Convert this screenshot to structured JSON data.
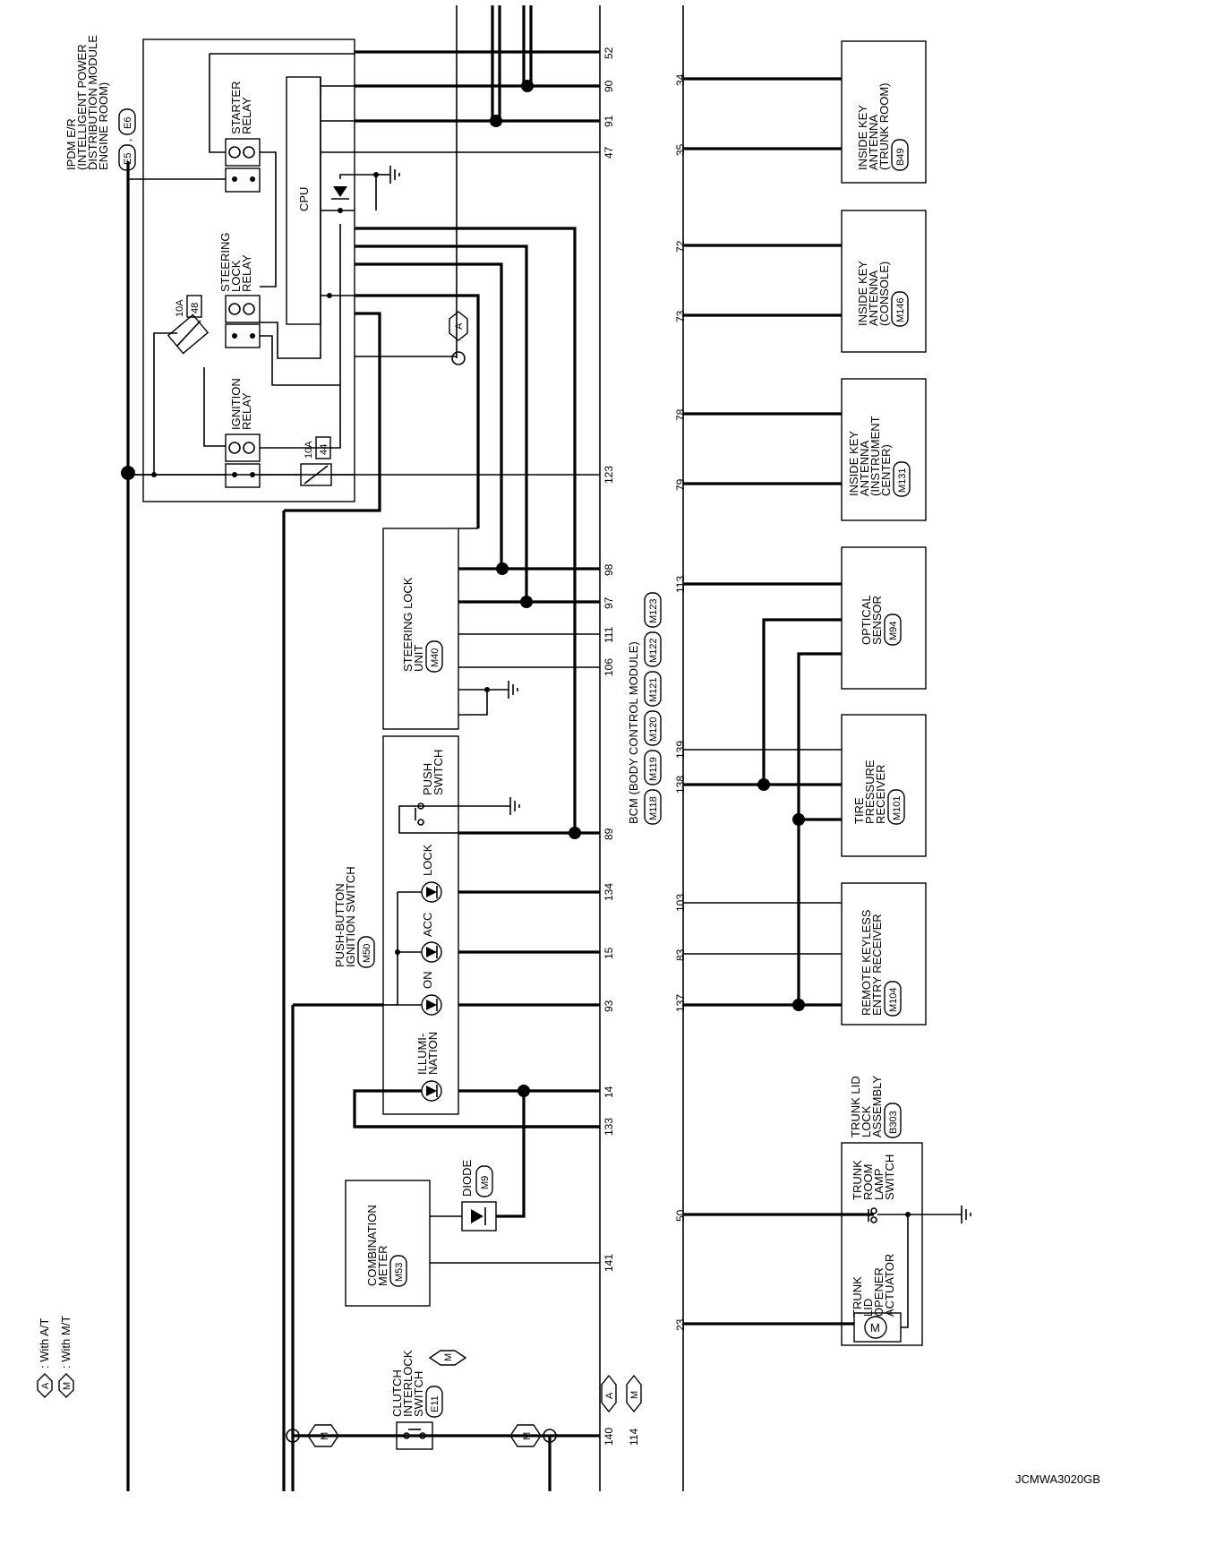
{
  "legend": {
    "at_symbol": "A",
    "at_text": ": With A/T",
    "mt_symbol": "M",
    "mt_text": ": With M/T"
  },
  "ipdm": {
    "line1": "IPDM E/R",
    "line2": "(INTELLIGENT POWER",
    "line3": "DISTRIBUTION MODULE",
    "line4": "ENGINE ROOM)",
    "conn1": "E5",
    "sep": ",",
    "conn2": "E6",
    "cpu": "CPU",
    "starter_relay": [
      "STARTER",
      "RELAY"
    ],
    "steering_lock_relay": [
      "STEERING",
      "LOCK",
      "RELAY"
    ],
    "ignition_relay": [
      "IGNITION",
      "RELAY"
    ],
    "fuse1_amp": "10A",
    "fuse1_num": "48",
    "fuse2_amp": "10A",
    "fuse2_num": "44"
  },
  "bcm": {
    "line1": "BCM (BODY CONTROL MODULE)",
    "conns": [
      "M118",
      "M119",
      "M120",
      "M121",
      "M122",
      "M123"
    ]
  },
  "steering_lock_unit": {
    "lines": [
      "STEERING LOCK",
      "UNIT"
    ],
    "conn": "M40"
  },
  "push_button": {
    "lines": [
      "PUSH-BUTTON",
      "IGNITION SWITCH"
    ],
    "conn": "M50",
    "push_switch": [
      "PUSH",
      "SWITCH"
    ],
    "lock": "LOCK",
    "acc": "ACC",
    "on": "ON",
    "illumination": [
      "ILLUMI-",
      "NATION"
    ]
  },
  "diode": {
    "label": "DIODE",
    "conn": "M9"
  },
  "combination_meter": {
    "lines": [
      "COMBINATION",
      "METER"
    ],
    "conn": "M53"
  },
  "clutch_interlock": {
    "lines": [
      "CLUTCH",
      "INTERLOCK",
      "SWITCH"
    ],
    "conn": "E11",
    "variant": "M"
  },
  "right_components": {
    "trunk_room_antenna": {
      "lines": [
        "INSIDE KEY",
        "ANTENNA",
        "(TRUNK ROOM)"
      ],
      "conn": "B49"
    },
    "console_antenna": {
      "lines": [
        "INSIDE KEY",
        "ANTENNA",
        "(CONSOLE)"
      ],
      "conn": "M146"
    },
    "instrument_antenna": {
      "lines": [
        "INSIDE KEY",
        "ANTENNA",
        "(INSTRUMENT",
        "CENTER)"
      ],
      "conn": "M131"
    },
    "optical_sensor": {
      "lines": [
        "OPTICAL",
        "SENSOR"
      ],
      "conn": "M94"
    },
    "tire_pressure": {
      "lines": [
        "TIRE",
        "PRESSURE",
        "RECEIVER"
      ],
      "conn": "M101"
    },
    "keyless_receiver": {
      "lines": [
        "REMOTE KEYLESS",
        "ENTRY RECEIVER"
      ],
      "conn": "M104"
    },
    "trunk_lid_lock": {
      "lines": [
        "TRUNK LID",
        "LOCK",
        "ASSEMBLY"
      ],
      "conn": "B303"
    },
    "trunk_room_lamp": [
      "TRUNK",
      "ROOM",
      "LAMP",
      "SWITCH"
    ],
    "trunk_opener": [
      "TRUNK",
      "LID",
      "OPENER",
      "ACTUATOR"
    ],
    "motor": "M"
  },
  "left_pins": [
    "52",
    "90",
    "91",
    "47",
    "123",
    "98",
    "97",
    "111",
    "106",
    "89",
    "134",
    "15",
    "93",
    "14",
    "133",
    "141",
    "140",
    "114"
  ],
  "left_pin_tags": {
    "p140": "A",
    "p114": "M"
  },
  "right_pins": [
    "34",
    "35",
    "72",
    "73",
    "78",
    "79",
    "113",
    "139",
    "138",
    "103",
    "83",
    "137",
    "50",
    "23"
  ],
  "connector_A": "A",
  "connector_M": "M",
  "diagram_code": "JCMWA3020GB"
}
